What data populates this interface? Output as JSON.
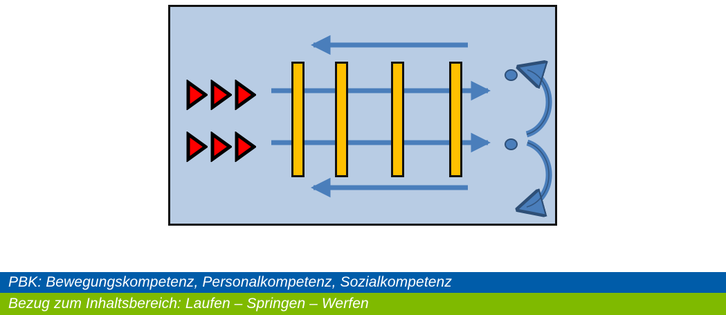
{
  "diagram": {
    "name": "athletics-station-diagram",
    "panel": {
      "background_color": "#B8CCE4",
      "border_color": "#111111"
    },
    "legend_colors": {
      "hurdle_fill": "#FFC000",
      "hurdle_outline": "#111111",
      "arrow_blue": "#4A7EBB",
      "arrow_blue_dark": "#2E4F77",
      "start_triangle_fill": "#FF0000",
      "start_triangle_outline": "#000000"
    },
    "start_markers": [
      {
        "label": "start-triangles-top",
        "count": 3,
        "shape": "right-triangle",
        "fill": "#FF0000"
      },
      {
        "label": "start-triangles-bottom",
        "count": 3,
        "shape": "right-triangle",
        "fill": "#FF0000"
      }
    ],
    "hurdles": [
      {
        "label": "hurdle-1"
      },
      {
        "label": "hurdle-2"
      },
      {
        "label": "hurdle-3"
      },
      {
        "label": "hurdle-4"
      }
    ],
    "paths": [
      {
        "label": "return-path-top",
        "direction": "left",
        "style": "straight-arrow"
      },
      {
        "label": "run-path-top",
        "direction": "right",
        "style": "straight-arrow"
      },
      {
        "label": "run-path-bottom",
        "direction": "right",
        "style": "straight-arrow"
      },
      {
        "label": "return-path-bottom",
        "direction": "left",
        "style": "straight-arrow"
      }
    ],
    "turns": [
      {
        "label": "turn-arc-top",
        "direction": "counterclockwise"
      },
      {
        "label": "turn-arc-bottom",
        "direction": "clockwise"
      }
    ],
    "cones": [
      {
        "label": "turn-marker-top"
      },
      {
        "label": "turn-marker-bottom"
      }
    ]
  },
  "captions": {
    "competence": {
      "text": "PBK: Bewegungskompetenz, Personalkompetenz, Sozialkompetenz",
      "background_color": "#005CA9",
      "text_color": "#FFFFFF"
    },
    "content_area": {
      "text": "Bezug zum Inhaltsbereich: Laufen – Springen – Werfen",
      "background_color": "#7FBA00",
      "text_color": "#FFFFFF"
    }
  }
}
